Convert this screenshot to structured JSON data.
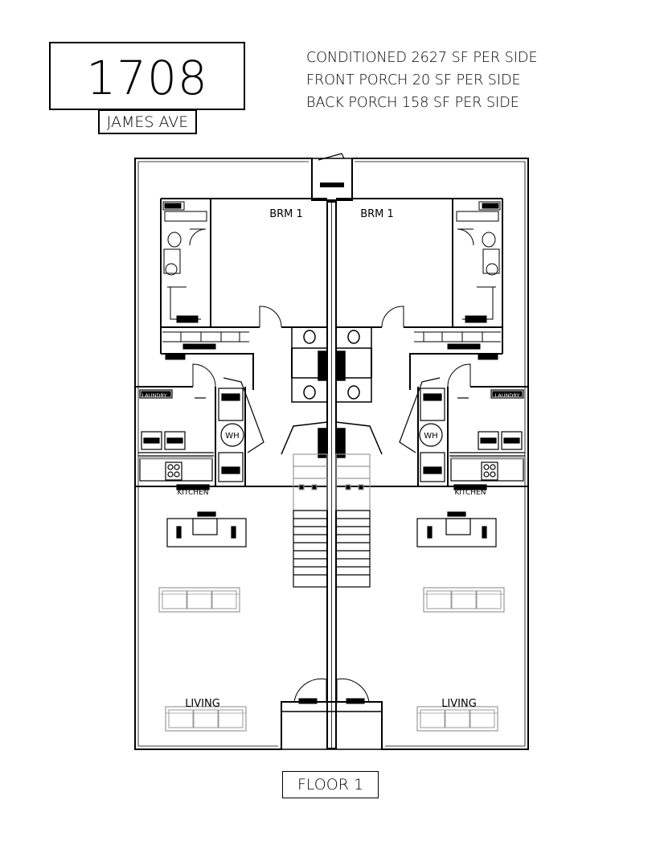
{
  "header": {
    "number": "1708",
    "street": "JAMES AVE"
  },
  "area_notes": [
    "CONDITIONED 2627 SF PER SIDE",
    "FRONT PORCH 20 SF PER SIDE",
    "BACK PORCH 158 SF PER SIDE"
  ],
  "rooms": {
    "bedroom": "BRM 1",
    "kitchen": "KITCHEN",
    "living": "LIVING",
    "laundry": "LAUNDRY",
    "water_heater": "WH"
  },
  "footer": {
    "floor": "FLOOR 1"
  }
}
